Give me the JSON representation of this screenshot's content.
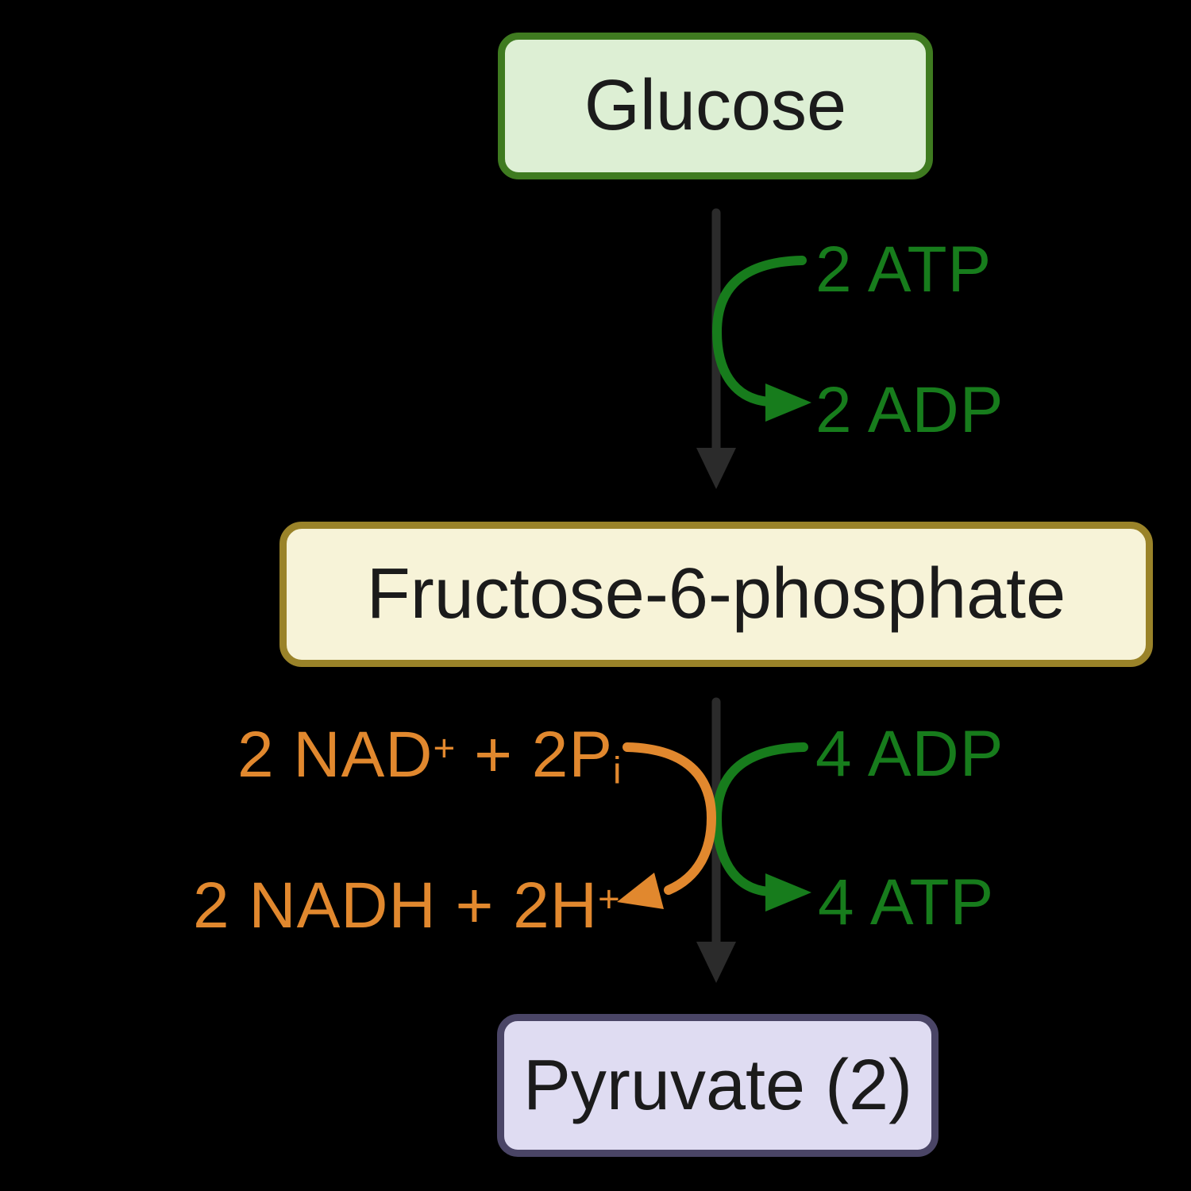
{
  "background": "#000000",
  "colors": {
    "green": "#177c1c",
    "orange": "#e1882e",
    "black_arrow": "#2b2b2b",
    "node_text": "#1b1b1b"
  },
  "nodes": {
    "glucose": {
      "label": "Glucose",
      "fill": "#ddefd4",
      "border": "#3f7b20"
    },
    "f6p": {
      "label": "Fructose-6-phosphate",
      "fill": "#f7f3d8",
      "border": "#9a8329"
    },
    "pyruvate": {
      "label": "Pyruvate (2)",
      "fill": "#dfdcf2",
      "border": "#4a4566"
    }
  },
  "labels": {
    "atp_in": "2 ATP",
    "adp_out": "2 ADP",
    "adp_in": "4 ADP",
    "atp_out": "4 ATP",
    "nad_in": {
      "base": "2 NAD",
      "sup": "+",
      "mid": " + 2P",
      "sub": "i"
    },
    "nadh_out": {
      "base": "2 NADH + 2H",
      "sup": "+"
    }
  }
}
